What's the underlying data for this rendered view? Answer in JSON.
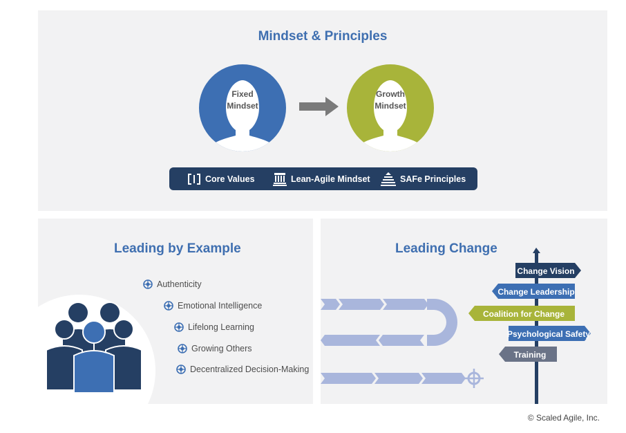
{
  "mindset": {
    "title": "Mindset & Principles",
    "fixed_label": [
      "Fixed",
      "Mindset"
    ],
    "growth_label": [
      "Growth",
      "Mindset"
    ],
    "values_bar": [
      "Core Values",
      "Lean-Agile Mindset",
      "SAFe Principles"
    ],
    "colors": {
      "fixed": "#3d6fb3",
      "growth": "#a8b43a",
      "bar": "#253f63",
      "arrow": "#7a7a7a"
    }
  },
  "leading_by_example": {
    "title": "Leading by Example",
    "items": [
      "Authenticity",
      "Emotional Intelligence",
      "Lifelong Learning",
      "Growing Others",
      "Decentralized Decision-Making"
    ]
  },
  "leading_change": {
    "title": "Leading Change",
    "signs": [
      "Change Vision",
      "Change Leadership",
      "Coalition for Change",
      "Psychological Safety",
      "Training"
    ],
    "sign_colors": [
      "#253f63",
      "#3d6fb3",
      "#a8b43a",
      "#3d6fb3",
      "#6a7387"
    ],
    "path_color": "#a9b6dc"
  },
  "footer": {
    "copyright": "© Scaled Agile, Inc."
  }
}
